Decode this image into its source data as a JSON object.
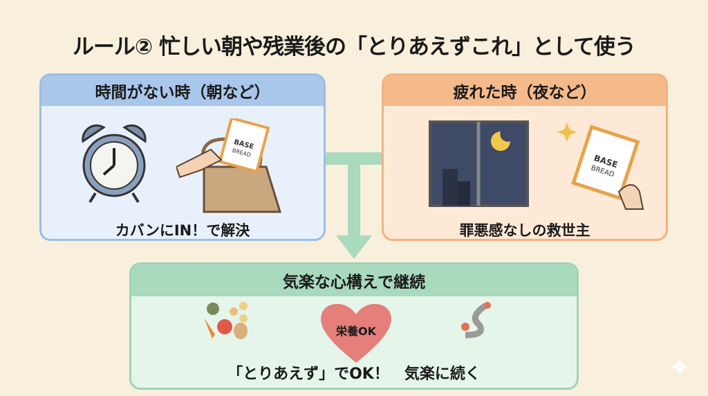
{
  "title": "ルール② 忙しい朝や残業後の「とりあえずこれ」として使う",
  "left": {
    "heading": "時間がない時（朝など）",
    "caption": "カバンにIN！で解決",
    "pack_label": "BASE BREAD"
  },
  "right": {
    "heading": "疲れた時（夜など）",
    "caption": "罪悪感なしの救世主",
    "pack_label": "BASE BREAD"
  },
  "bottom": {
    "heading": "気楽な心構えで継続",
    "heart_label": "栄養OK",
    "caption": "「とりあえず」でOK！　気楽に続く"
  },
  "colors": {
    "blue": "#a9c7ea",
    "orange": "#f5ba8b",
    "green": "#a9dabd",
    "heart": "#e47f7a"
  }
}
